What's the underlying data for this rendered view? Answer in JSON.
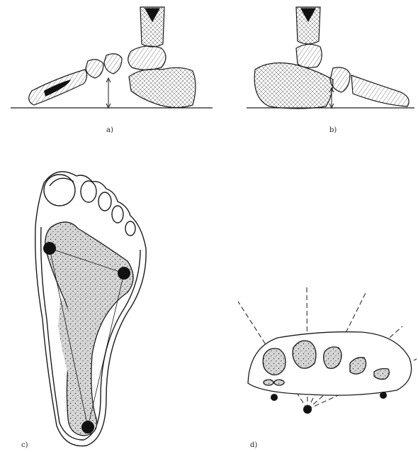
{
  "panels": {
    "a": {
      "label": "a)"
    },
    "b": {
      "label": "b)"
    },
    "c": {
      "label": "c)"
    },
    "d": {
      "label": "d)"
    }
  },
  "colors": {
    "ink": "#1a1a1a",
    "dot_fill": "#cfcfcf",
    "background": "#ffffff"
  }
}
